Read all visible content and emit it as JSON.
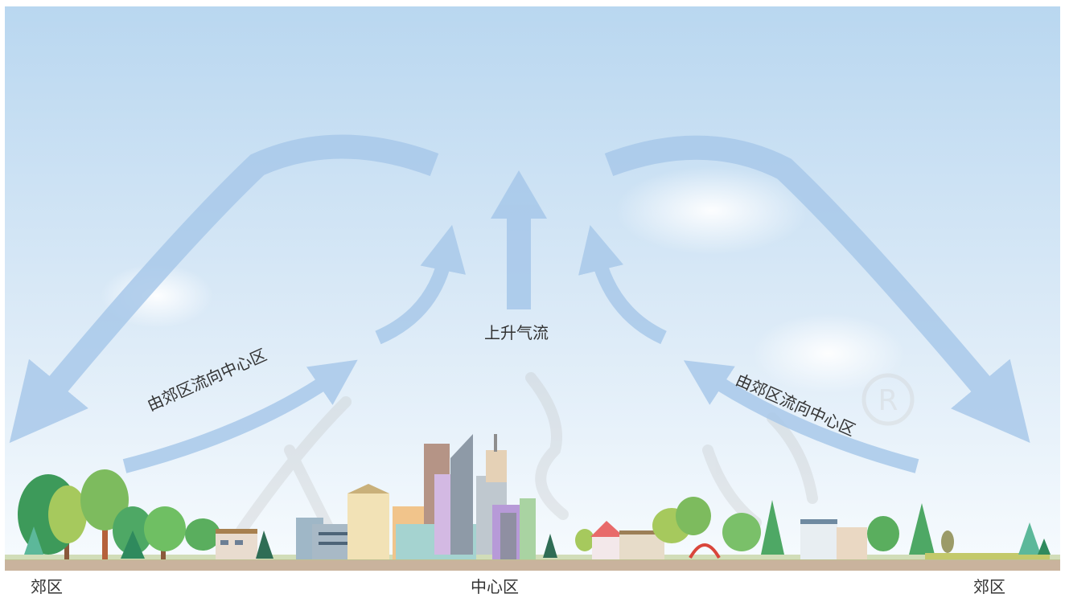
{
  "labels": {
    "left_suburb": "郊区",
    "center": "中心区",
    "right_suburb": "郊区",
    "rising_air": "上升气流",
    "inflow_left": "由郊区流向中心区",
    "inflow_right": "由郊区流向中心区"
  },
  "colors": {
    "sky_top": "#b9d7f0",
    "sky_bottom": "#f6fafd",
    "arrow": "#a9c9ea",
    "ground": "#c9b39d"
  },
  "icons": [
    "registered-mark-icon"
  ]
}
